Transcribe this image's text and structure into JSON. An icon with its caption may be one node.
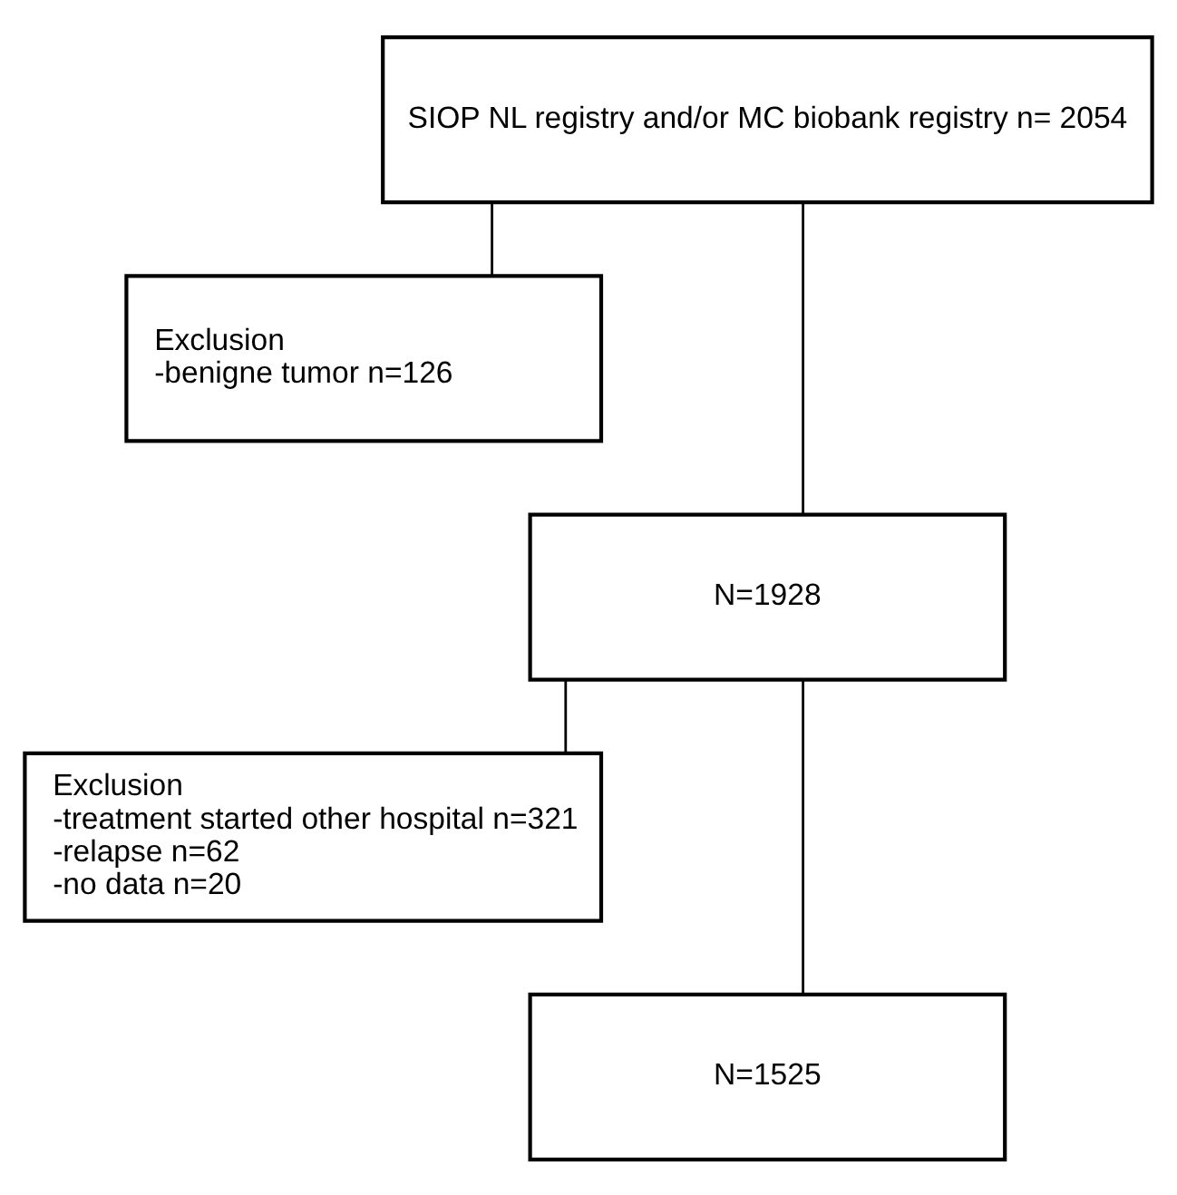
{
  "diagram": {
    "nodes": [
      {
        "text": [
          "SIOP NL registry and/or MC biobank registry n= 2054"
        ]
      },
      {
        "text": [
          "Exclusion",
          "-benigne tumor n=126"
        ]
      },
      {
        "text": [
          "N=1928"
        ]
      },
      {
        "text": [
          "Exclusion",
          "-treatment started other hospital n=321",
          "-relapse n=62",
          "-no data n=20"
        ]
      },
      {
        "text": [
          "N=1525"
        ]
      }
    ],
    "edges": [
      {
        "from": 0,
        "to": 2,
        "arrow": "none"
      },
      {
        "from": 0,
        "to": 1,
        "arrow": "none"
      },
      {
        "from": 2,
        "to": 4,
        "arrow": "none"
      },
      {
        "from": 2,
        "to": 3,
        "arrow": "none"
      }
    ]
  }
}
